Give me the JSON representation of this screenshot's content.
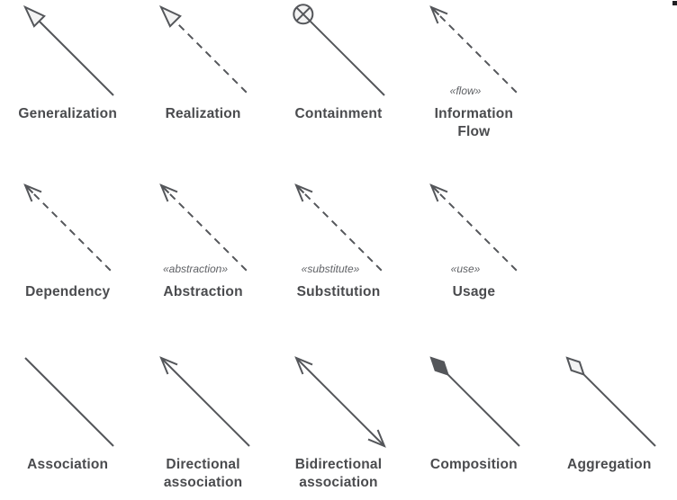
{
  "colors": {
    "stroke": "#54565a",
    "label": "#4a4b4e",
    "stereotype": "#5f6165",
    "shape_fill": "#f3f3f3",
    "background": "#ffffff"
  },
  "legend": {
    "rows": [
      {
        "items": [
          {
            "name": "generalization",
            "label": "Generalization",
            "stereotype": "",
            "line": "solid",
            "head": "triangle-hollow",
            "tail": "none"
          },
          {
            "name": "realization",
            "label": "Realization",
            "stereotype": "",
            "line": "dashed",
            "head": "triangle-hollow",
            "tail": "none"
          },
          {
            "name": "containment",
            "label": "Containment",
            "stereotype": "",
            "line": "solid",
            "head": "circle-cross",
            "tail": "none"
          },
          {
            "name": "information-flow",
            "label": "Information\nFlow",
            "stereotype": "«flow»",
            "line": "dashed",
            "head": "open",
            "tail": "none"
          }
        ]
      },
      {
        "items": [
          {
            "name": "dependency",
            "label": "Dependency",
            "stereotype": "",
            "line": "dashed",
            "head": "open",
            "tail": "none"
          },
          {
            "name": "abstraction",
            "label": "Abstraction",
            "stereotype": "«abstraction»",
            "line": "dashed",
            "head": "open",
            "tail": "none"
          },
          {
            "name": "substitution",
            "label": "Substitution",
            "stereotype": "«substitute»",
            "line": "dashed",
            "head": "open",
            "tail": "none"
          },
          {
            "name": "usage",
            "label": "Usage",
            "stereotype": "«use»",
            "line": "dashed",
            "head": "open",
            "tail": "none"
          }
        ]
      },
      {
        "items": [
          {
            "name": "association",
            "label": "Association",
            "stereotype": "",
            "line": "solid",
            "head": "none",
            "tail": "none"
          },
          {
            "name": "directional-association",
            "label": "Directional\nassociation",
            "stereotype": "",
            "line": "solid",
            "head": "open",
            "tail": "none"
          },
          {
            "name": "bidirectional-association",
            "label": "Bidirectional\nassociation",
            "stereotype": "",
            "line": "solid",
            "head": "open",
            "tail": "open"
          },
          {
            "name": "composition",
            "label": "Composition",
            "stereotype": "",
            "line": "solid",
            "head": "diamond-filled",
            "tail": "none"
          },
          {
            "name": "aggregation",
            "label": "Aggregation",
            "stereotype": "",
            "line": "solid",
            "head": "diamond-hollow",
            "tail": "none"
          }
        ]
      }
    ]
  }
}
